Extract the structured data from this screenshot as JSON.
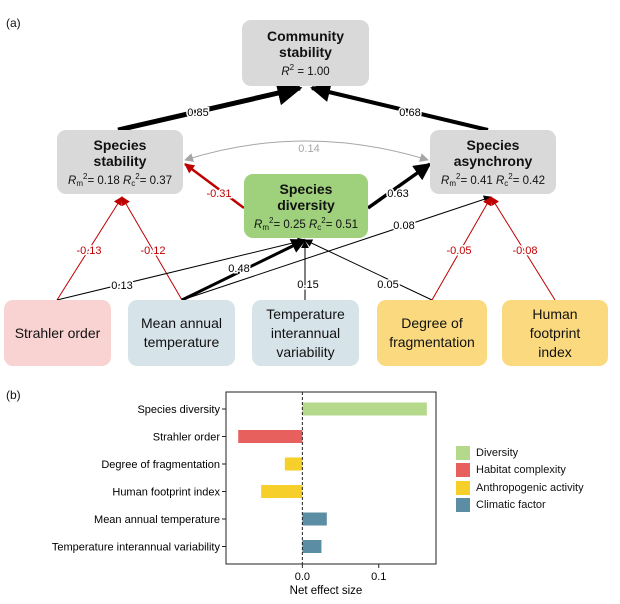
{
  "panel_labels": {
    "a": "(a)",
    "b": "(b)"
  },
  "nodes": {
    "community_stability": {
      "line1": "Community",
      "line2": "stability",
      "r2": "= 1.00"
    },
    "species_stability": {
      "line1": "Species",
      "line2": "stability",
      "rm": "= 0.18",
      "rc": "= 0.37"
    },
    "species_diversity": {
      "line1": "Species",
      "line2": "diversity",
      "rm": "= 0.25",
      "rc": "= 0.51"
    },
    "species_asynchrony": {
      "line1": "Species",
      "line2": "asynchrony",
      "rm": "= 0.41",
      "rc": "= 0.42"
    },
    "strahler_order": {
      "lines": [
        "Strahler order"
      ]
    },
    "mean_annual_temperature": {
      "lines": [
        "Mean annual",
        "temperature"
      ]
    },
    "temperature_variability": {
      "lines": [
        "Temperature",
        "interannual",
        "variability"
      ]
    },
    "degree_of_fragmentation": {
      "lines": [
        "Degree of",
        "fragmentation"
      ]
    },
    "human_footprint": {
      "lines": [
        "Human",
        "footprint",
        "index"
      ]
    }
  },
  "r2_symbols": {
    "R": "R",
    "sq": "2",
    "m": "m",
    "c": "c"
  },
  "path_coefficients": {
    "stab_to_comm": "0.85",
    "async_to_comm": "0.68",
    "stab_async_cov": "0.14",
    "div_to_stab": "-0.31",
    "div_to_async": "0.63",
    "strahler_to_stab": "-0.13",
    "mat_to_stab": "-0.12",
    "strahler_to_div": "0.13",
    "mat_to_div": "0.48",
    "tiv_to_div": "0.15",
    "frag_to_div": "0.05",
    "mat_to_async": "0.08",
    "frag_to_async": "-0.05",
    "hfi_to_async": "-0.08"
  },
  "colors": {
    "grey_box": "#d9d9d9",
    "green_box": "#9fd17c",
    "pink_box": "#f8d3d2",
    "blue_box": "#d6e4ea",
    "yellow_box": "#fbd97e",
    "negative_path": "#c00000",
    "positive_path": "#000000",
    "covariance": "#a6a6a6"
  },
  "legend": [
    {
      "label": "Diversity",
      "color": "#b5d98a"
    },
    {
      "label": "Habitat complexity",
      "color": "#e8605e"
    },
    {
      "label": "Anthropogenic activity",
      "color": "#f6cf2a"
    },
    {
      "label": "Climatic factor",
      "color": "#5b8ea4"
    }
  ],
  "chart_data": {
    "type": "bar",
    "orientation": "horizontal",
    "categories": [
      "Species diversity",
      "Strahler order",
      "Degree of fragmentation",
      "Human footprint index",
      "Mean annual temperature",
      "Temperature interannual variability"
    ],
    "values": [
      0.163,
      -0.084,
      -0.023,
      -0.054,
      0.032,
      0.025
    ],
    "groups": [
      "Diversity",
      "Habitat complexity",
      "Anthropogenic activity",
      "Anthropogenic activity",
      "Climatic factor",
      "Climatic factor"
    ],
    "xlabel": "Net effect size",
    "xticks": [
      0.0,
      0.1
    ],
    "xtick_labels": [
      "0.0",
      "0.1"
    ],
    "xlim": [
      -0.1,
      0.175
    ],
    "zero_line": "dashed",
    "grid": false,
    "legend_position": "right"
  }
}
